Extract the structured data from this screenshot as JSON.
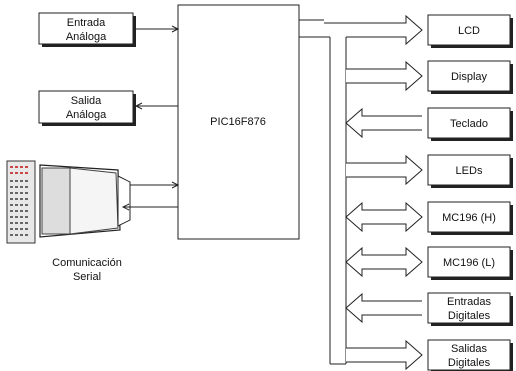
{
  "mcu": {
    "label": "PIC16F876"
  },
  "analog": {
    "input": {
      "line1": "Entrada",
      "line2": "Análoga"
    },
    "output": {
      "line1": "Salida",
      "line2": "Análoga"
    }
  },
  "serial": {
    "line1": "Comunicación",
    "line2": "Serial"
  },
  "peripherals": [
    {
      "name": "lcd",
      "line1": "LCD",
      "line2": "",
      "direction": "out"
    },
    {
      "name": "display",
      "line1": "Display",
      "line2": "",
      "direction": "out"
    },
    {
      "name": "teclado",
      "line1": "Teclado",
      "line2": "",
      "direction": "in"
    },
    {
      "name": "leds",
      "line1": "LEDs",
      "line2": "",
      "direction": "out"
    },
    {
      "name": "mc196-h",
      "line1": "MC196 (H)",
      "line2": "",
      "direction": "bidirectional"
    },
    {
      "name": "mc196-l",
      "line1": "MC196 (L)",
      "line2": "",
      "direction": "bidirectional"
    },
    {
      "name": "entradas-digitales",
      "line1": "Entradas",
      "line2": "Digitales",
      "direction": "in"
    },
    {
      "name": "salidas-digitales",
      "line1": "Salidas",
      "line2": "Digitales",
      "direction": "out"
    }
  ]
}
